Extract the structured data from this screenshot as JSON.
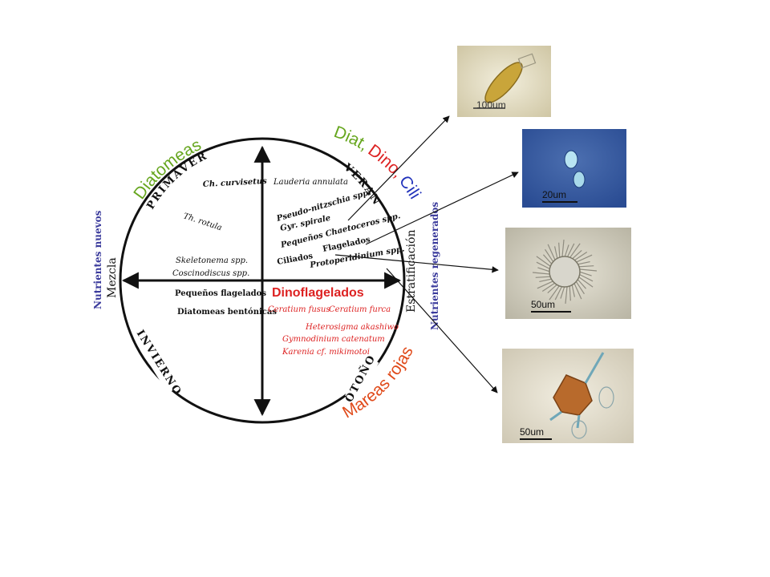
{
  "colors": {
    "green": "#66a61e",
    "red": "#dd2222",
    "blue": "#2233bb",
    "navy": "#3b3b9c",
    "orange": "#e04a1a",
    "black": "#111111"
  },
  "arcs": {
    "diatomeas": "Diatomeas",
    "diat": "Diat,",
    "dino": "Dino,",
    "cili": "Cili",
    "mareas_rojas": "Mareas rojas"
  },
  "seasons": {
    "primavera": "PRIMAVERA",
    "verano": "VERANO",
    "otono": "OTOÑO",
    "invierno": "INVIERNO"
  },
  "axes": {
    "nutrientes_nuevos": "Nutrientes nuevos",
    "mezcla": "Mezcla",
    "estratificacion": "Estratificación",
    "nutrientes_regenerados": "Nutrientes regenerados"
  },
  "species": {
    "ch_curvisetus": "Ch. curvisetus",
    "lauderia": "Lauderia annulata",
    "th_rotula": "Th. rotula",
    "pseudo": "Pseudo-nitzschia spp.",
    "gyr": "Gyr. spirale",
    "peq_chaet": "Pequeños Chaetoceros spp.",
    "flagelados": "Flagelados",
    "ciliados": "Ciliados",
    "protoper": "Protoperidinium spp.",
    "skeletonema": "Skeletonema spp.",
    "coscinodiscus": "Coscinodiscus spp.",
    "peq_flagelados": "Pequeños flagelados",
    "diat_bentonicas": "Diatomeas bentónicas",
    "dinoflagelados": "Dinoflagelados",
    "ceratium_fusus": "Ceratium fusus",
    "ceratium_furca": "Ceratium furca",
    "heterosigma": "Heterosigma akashiwo",
    "gymnodinium": "Gymnodinium catenatum",
    "karenia": "Karenia cf. mikimotoi"
  },
  "micrographs": {
    "photo1_scale": "100um",
    "photo2_scale": "20um",
    "photo3_scale": "50um",
    "photo4_scale": "50um"
  }
}
